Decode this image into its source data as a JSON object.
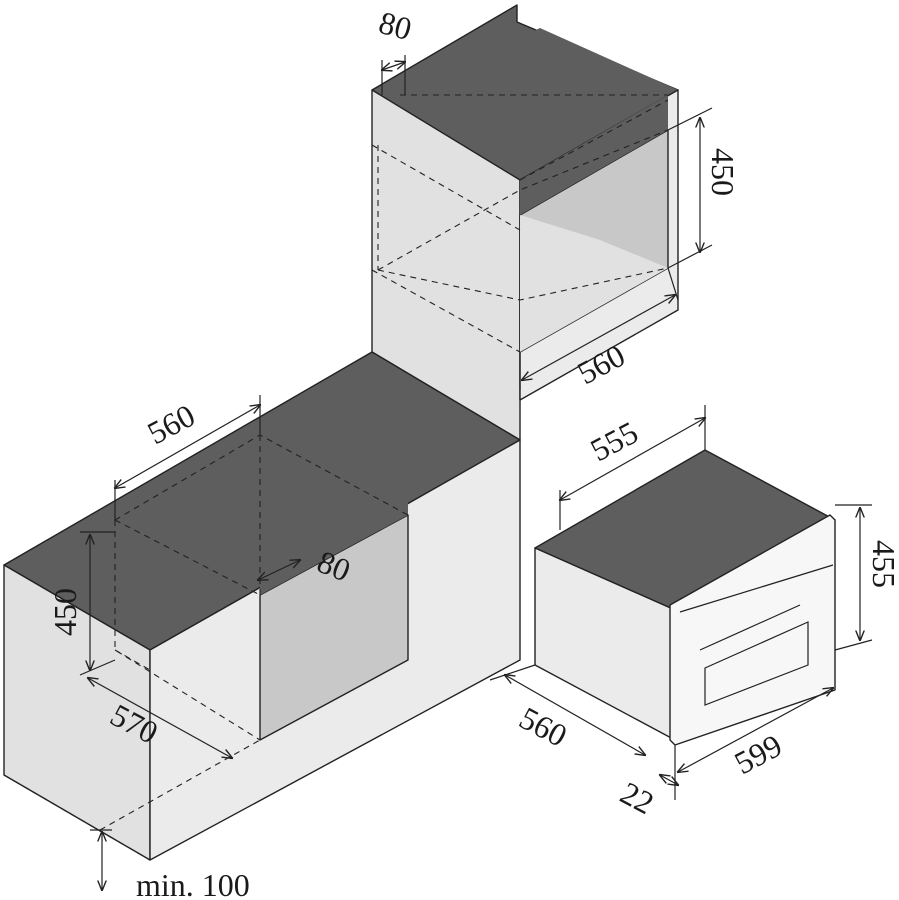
{
  "diagram": {
    "dimensions": {
      "tall_top_offset": "80",
      "tall_niche_height": "450",
      "tall_niche_width": "560",
      "low_niche_width": "560",
      "low_niche_height": "450",
      "low_top_offset": "80",
      "low_niche_depth": "570",
      "bottom_clearance": "min. 100",
      "appliance_width": "555",
      "appliance_height": "455",
      "appliance_depth": "560",
      "appliance_front_width": "599",
      "appliance_front_depth": "22"
    },
    "colors": {
      "top_surface": "#5e5e5e",
      "side_surface": "#e1e1e1",
      "inner_surface": "#c8c8c8",
      "outline": "#222222"
    }
  }
}
